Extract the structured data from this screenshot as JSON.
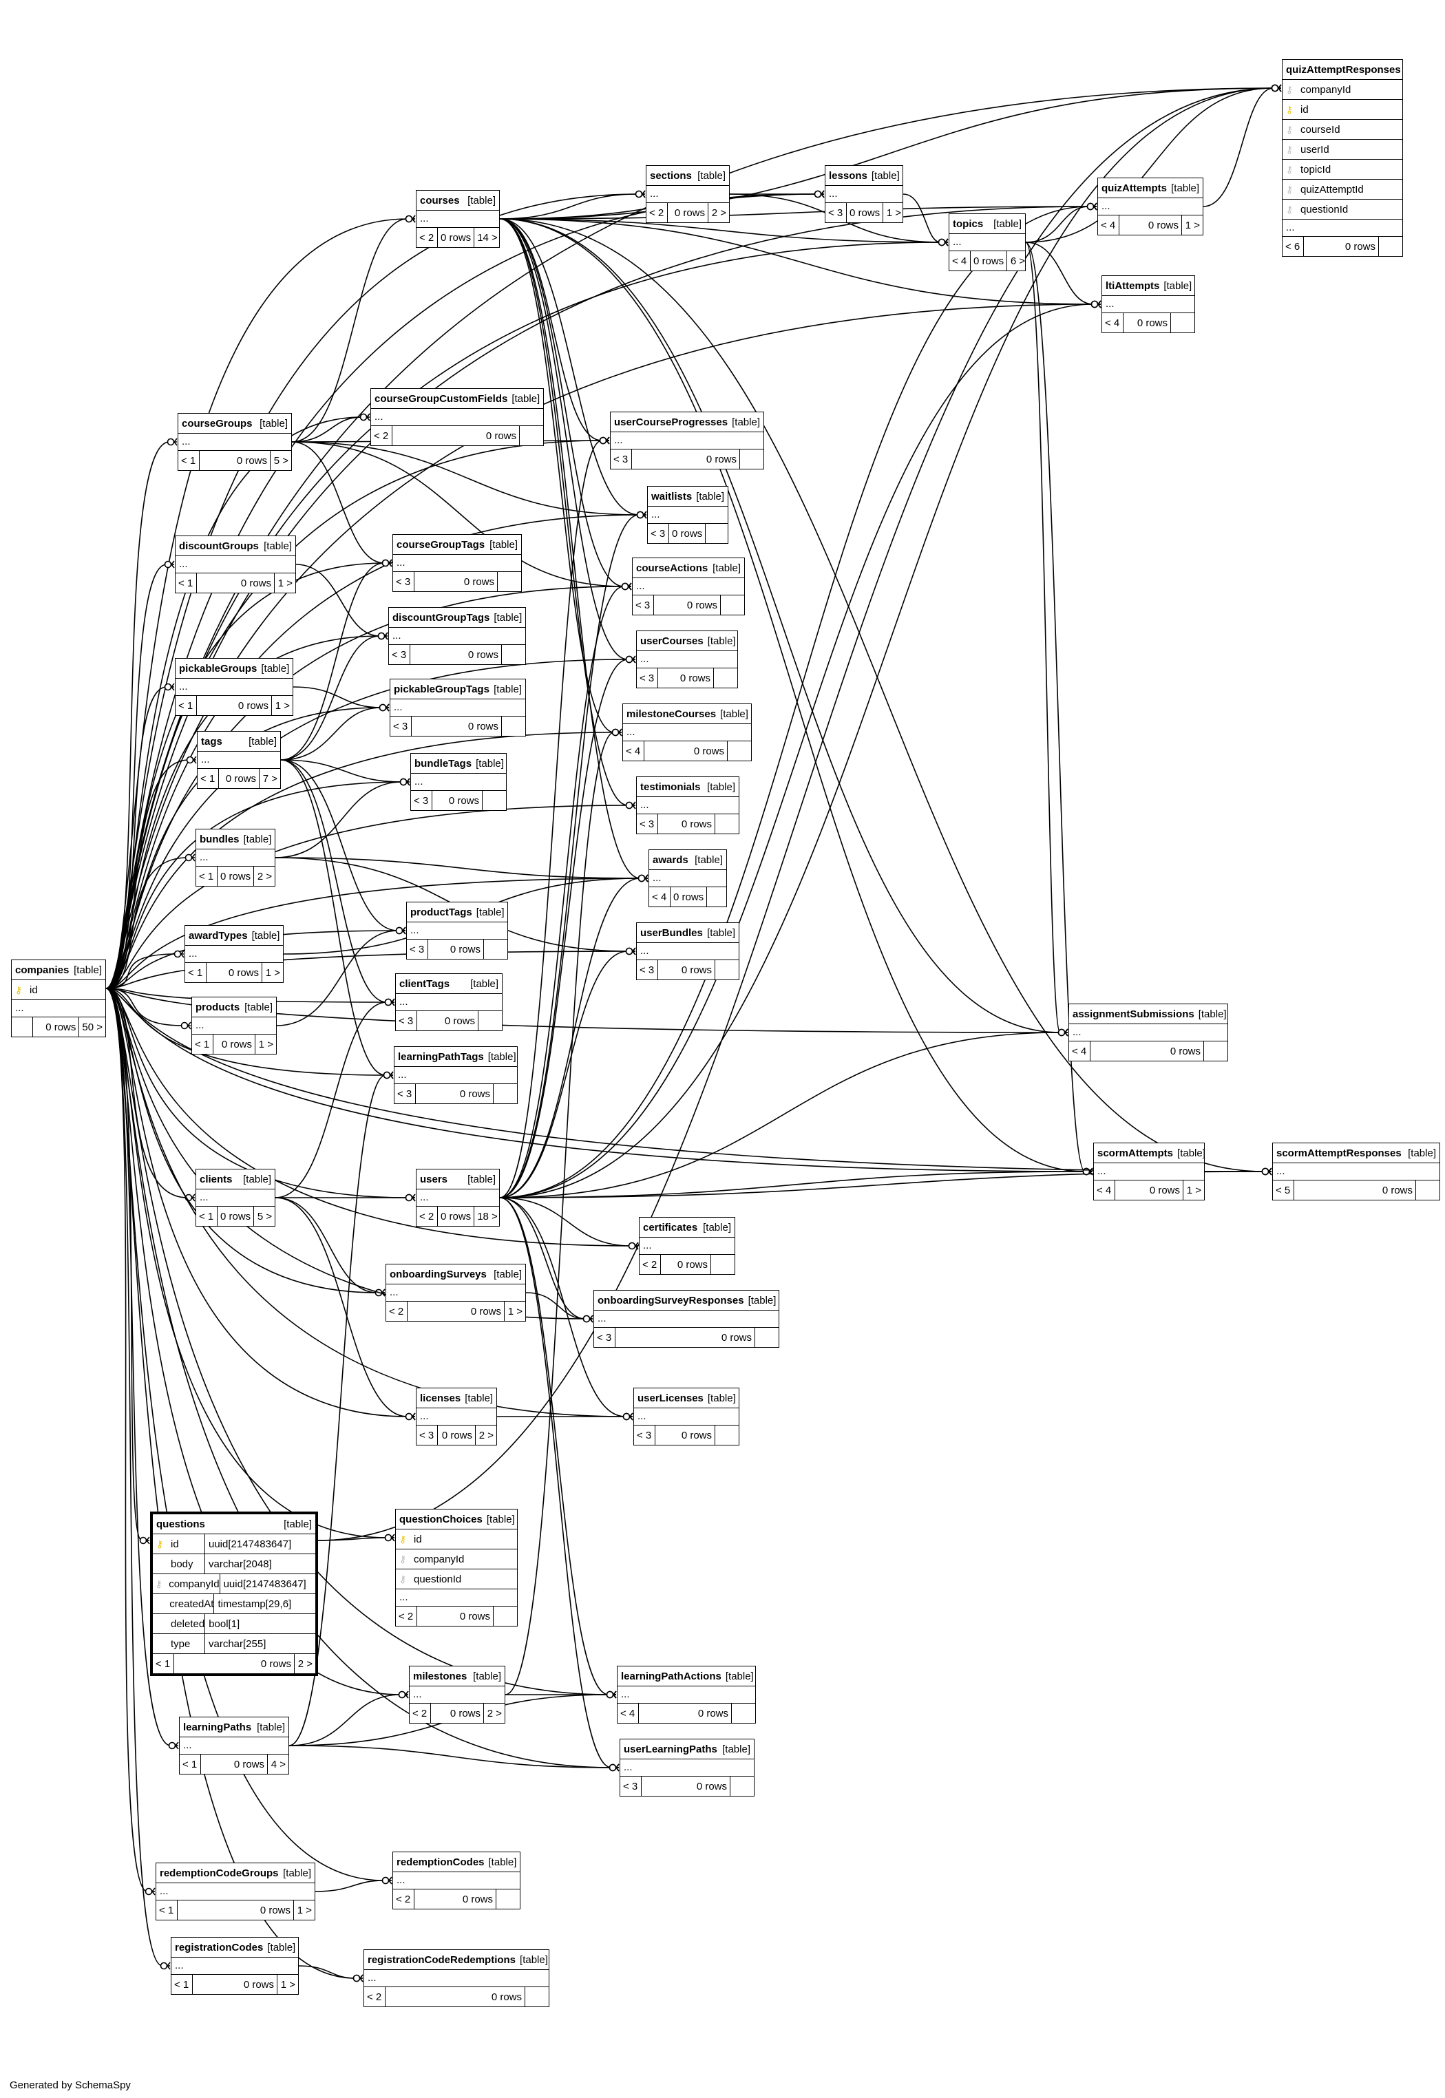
{
  "footer": "Generated by SchemaSpy",
  "tables": {
    "quizAttemptResponses": {
      "name": "quizAttemptResponses",
      "type": "[table]",
      "columns": [
        "companyId",
        "id",
        "courseId",
        "userId",
        "topicId",
        "quizAttemptId",
        "questionId"
      ],
      "footer": [
        "< 6",
        "0 rows",
        ""
      ]
    },
    "courses": {
      "name": "courses",
      "type": "[table]",
      "footer": [
        "< 2",
        "0 rows",
        "14 >"
      ]
    },
    "sections": {
      "name": "sections",
      "type": "[table]",
      "footer": [
        "< 2",
        "0 rows",
        "2 >"
      ]
    },
    "lessons": {
      "name": "lessons",
      "type": "[table]",
      "footer": [
        "< 3",
        "0 rows",
        "1 >"
      ]
    },
    "topics": {
      "name": "topics",
      "type": "[table]",
      "footer": [
        "< 4",
        "0 rows",
        "6 >"
      ]
    },
    "quizAttempts": {
      "name": "quizAttempts",
      "type": "[table]",
      "footer": [
        "< 4",
        "0 rows",
        "1 >"
      ]
    },
    "ltiAttempts": {
      "name": "ltiAttempts",
      "type": "[table]",
      "footer": [
        "< 4",
        "0 rows",
        ""
      ]
    },
    "courseGroupCustomFields": {
      "name": "courseGroupCustomFields",
      "type": "[table]",
      "footer": [
        "< 2",
        "0 rows",
        ""
      ]
    },
    "courseGroups": {
      "name": "courseGroups",
      "type": "[table]",
      "footer": [
        "< 1",
        "0 rows",
        "5 >"
      ]
    },
    "userCourseProgresses": {
      "name": "userCourseProgresses",
      "type": "[table]",
      "footer": [
        "< 3",
        "0 rows",
        ""
      ]
    },
    "waitlists": {
      "name": "waitlists",
      "type": "[table]",
      "footer": [
        "< 3",
        "0 rows",
        ""
      ]
    },
    "discountGroups": {
      "name": "discountGroups",
      "type": "[table]",
      "footer": [
        "< 1",
        "0 rows",
        "1 >"
      ]
    },
    "courseGroupTags": {
      "name": "courseGroupTags",
      "type": "[table]",
      "footer": [
        "< 3",
        "0 rows",
        ""
      ]
    },
    "courseActions": {
      "name": "courseActions",
      "type": "[table]",
      "footer": [
        "< 3",
        "0 rows",
        ""
      ]
    },
    "discountGroupTags": {
      "name": "discountGroupTags",
      "type": "[table]",
      "footer": [
        "< 3",
        "0 rows",
        ""
      ]
    },
    "userCourses": {
      "name": "userCourses",
      "type": "[table]",
      "footer": [
        "< 3",
        "0 rows",
        ""
      ]
    },
    "pickableGroups": {
      "name": "pickableGroups",
      "type": "[table]",
      "footer": [
        "< 1",
        "0 rows",
        "1 >"
      ]
    },
    "pickableGroupTags": {
      "name": "pickableGroupTags",
      "type": "[table]",
      "footer": [
        "< 3",
        "0 rows",
        ""
      ]
    },
    "milestoneCourses": {
      "name": "milestoneCourses",
      "type": "[table]",
      "footer": [
        "< 4",
        "0 rows",
        ""
      ]
    },
    "tags": {
      "name": "tags",
      "type": "[table]",
      "footer": [
        "< 1",
        "0 rows",
        "7 >"
      ]
    },
    "bundleTags": {
      "name": "bundleTags",
      "type": "[table]",
      "footer": [
        "< 3",
        "0 rows",
        ""
      ]
    },
    "testimonials": {
      "name": "testimonials",
      "type": "[table]",
      "footer": [
        "< 3",
        "0 rows",
        ""
      ]
    },
    "bundles": {
      "name": "bundles",
      "type": "[table]",
      "footer": [
        "< 1",
        "0 rows",
        "2 >"
      ]
    },
    "awards": {
      "name": "awards",
      "type": "[table]",
      "footer": [
        "< 4",
        "0 rows",
        ""
      ]
    },
    "productTags": {
      "name": "productTags",
      "type": "[table]",
      "footer": [
        "< 3",
        "0 rows",
        ""
      ]
    },
    "awardTypes": {
      "name": "awardTypes",
      "type": "[table]",
      "footer": [
        "< 1",
        "0 rows",
        "1 >"
      ]
    },
    "userBundles": {
      "name": "userBundles",
      "type": "[table]",
      "footer": [
        "< 3",
        "0 rows",
        ""
      ]
    },
    "companies": {
      "name": "companies",
      "type": "[table]",
      "columns": [
        "id"
      ],
      "footer": [
        "",
        "0 rows",
        "50 >"
      ]
    },
    "clientTags": {
      "name": "clientTags",
      "type": "[table]",
      "footer": [
        "< 3",
        "0 rows",
        ""
      ]
    },
    "products": {
      "name": "products",
      "type": "[table]",
      "footer": [
        "< 1",
        "0 rows",
        "1 >"
      ]
    },
    "assignmentSubmissions": {
      "name": "assignmentSubmissions",
      "type": "[table]",
      "footer": [
        "< 4",
        "0 rows",
        ""
      ]
    },
    "learningPathTags": {
      "name": "learningPathTags",
      "type": "[table]",
      "footer": [
        "< 3",
        "0 rows",
        ""
      ]
    },
    "scormAttempts": {
      "name": "scormAttempts",
      "type": "[table]",
      "footer": [
        "< 4",
        "0 rows",
        "1 >"
      ]
    },
    "scormAttemptResponses": {
      "name": "scormAttemptResponses",
      "type": "[table]",
      "footer": [
        "< 5",
        "0 rows",
        ""
      ]
    },
    "clients": {
      "name": "clients",
      "type": "[table]",
      "footer": [
        "< 1",
        "0 rows",
        "5 >"
      ]
    },
    "users": {
      "name": "users",
      "type": "[table]",
      "footer": [
        "< 2",
        "0 rows",
        "18 >"
      ]
    },
    "certificates": {
      "name": "certificates",
      "type": "[table]",
      "footer": [
        "< 2",
        "0 rows",
        ""
      ]
    },
    "onboardingSurveys": {
      "name": "onboardingSurveys",
      "type": "[table]",
      "footer": [
        "< 2",
        "0 rows",
        "1 >"
      ]
    },
    "onboardingSurveyResponses": {
      "name": "onboardingSurveyResponses",
      "type": "[table]",
      "footer": [
        "< 3",
        "0 rows",
        ""
      ]
    },
    "licenses": {
      "name": "licenses",
      "type": "[table]",
      "footer": [
        "< 3",
        "0 rows",
        "2 >"
      ]
    },
    "userLicenses": {
      "name": "userLicenses",
      "type": "[table]",
      "footer": [
        "< 3",
        "0 rows",
        ""
      ]
    },
    "questions": {
      "name": "questions",
      "type": "[table]",
      "columns": [
        {
          "name": "id",
          "type": "uuid[2147483647]"
        },
        {
          "name": "body",
          "type": "varchar[2048]"
        },
        {
          "name": "companyId",
          "type": "uuid[2147483647]"
        },
        {
          "name": "createdAt",
          "type": "timestamp[29,6]"
        },
        {
          "name": "deleted",
          "type": "bool[1]"
        },
        {
          "name": "type",
          "type": "varchar[255]"
        }
      ],
      "footer": [
        "< 1",
        "0 rows",
        "2 >"
      ]
    },
    "questionChoices": {
      "name": "questionChoices",
      "type": "[table]",
      "columns": [
        "id",
        "companyId",
        "questionId"
      ],
      "footer": [
        "< 2",
        "0 rows",
        ""
      ]
    },
    "milestones": {
      "name": "milestones",
      "type": "[table]",
      "footer": [
        "< 2",
        "0 rows",
        "2 >"
      ]
    },
    "learningPathActions": {
      "name": "learningPathActions",
      "type": "[table]",
      "footer": [
        "< 4",
        "0 rows",
        ""
      ]
    },
    "learningPaths": {
      "name": "learningPaths",
      "type": "[table]",
      "footer": [
        "< 1",
        "0 rows",
        "4 >"
      ]
    },
    "userLearningPaths": {
      "name": "userLearningPaths",
      "type": "[table]",
      "footer": [
        "< 3",
        "0 rows",
        ""
      ]
    },
    "redemptionCodeGroups": {
      "name": "redemptionCodeGroups",
      "type": "[table]",
      "footer": [
        "< 1",
        "0 rows",
        "1 >"
      ]
    },
    "redemptionCodes": {
      "name": "redemptionCodes",
      "type": "[table]",
      "footer": [
        "< 2",
        "0 rows",
        ""
      ]
    },
    "registrationCodes": {
      "name": "registrationCodes",
      "type": "[table]",
      "footer": [
        "< 1",
        "0 rows",
        "1 >"
      ]
    },
    "registrationCodeRedemptions": {
      "name": "registrationCodeRedemptions",
      "type": "[table]",
      "footer": [
        "< 2",
        "0 rows",
        ""
      ]
    }
  },
  "ellipsis": "...",
  "colors": {
    "pk_key": "#e6c300",
    "fk_key": "#b8b8b8",
    "border": "#000000"
  },
  "icons": {
    "primary_key": "key-icon",
    "foreign_key": "key-icon"
  }
}
